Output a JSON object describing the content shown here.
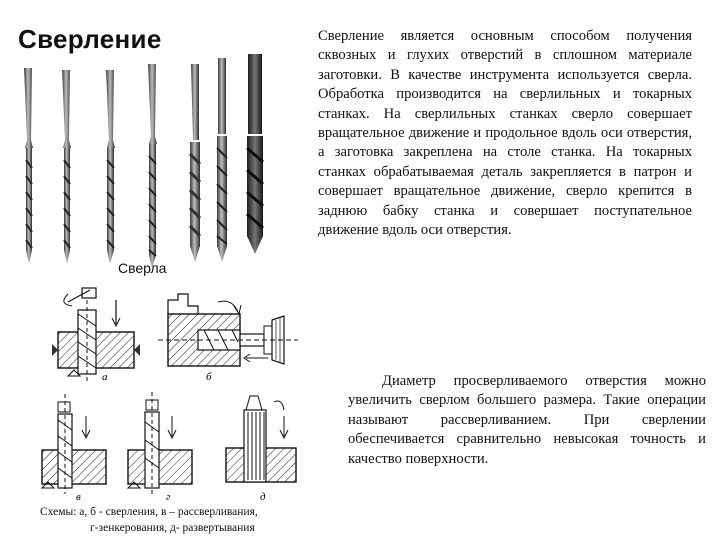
{
  "title": "Сверление",
  "drills_caption": "Сверла",
  "para1": "Сверление является основным способом получения сквозных и глухих отверстий в сплошном материале заготовки. В качестве инструмента используется сверла. Обработка производится на сверлильных и токарных станках. На сверлильных станках сверло совершает вращательное движение и продольное вдоль оси отверстия, а заготовка закреплена на столе станка. На токарных станках обрабатываемая деталь закрепляется в патрон и совершает вращательное движение, сверло крепится в заднюю бабку станка и совершает поступательное движение вдоль оси отверстия.",
  "para2": "Диаметр просверливаемого отверстия можно увеличить сверлом большего размера. Такие операции называют рассверливанием. При сверлении обеспечивается сравнительно невысокая точность и качество поверхности.",
  "schemes_caption_line1": "Схемы: а, б - сверления, в – рассверливания,",
  "schemes_caption_line2": "г-зенкерования, д- развертывания",
  "scheme_labels": [
    "а",
    "б",
    "в",
    "г",
    "д"
  ]
}
